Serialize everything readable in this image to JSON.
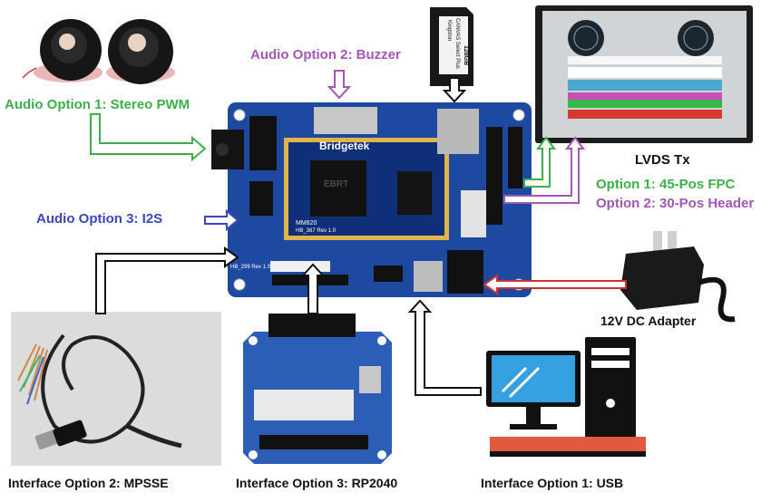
{
  "labels": {
    "audio_opt1": "Audio Option 1: Stereo PWM",
    "audio_opt2": "Audio Option 2: Buzzer",
    "audio_opt3": "Audio Option 3: I2S",
    "lvds_title": "LVDS Tx",
    "lvds_opt1": "Option 1: 45-Pos FPC",
    "lvds_opt2": "Option 2: 30-Pos Header",
    "dc_adapter": "12V DC Adapter",
    "iface_opt1": "Interface Option 1: USB",
    "iface_opt2": "Interface Option 2: MPSSE",
    "iface_opt3": "Interface Option 3: RP2040"
  },
  "board": {
    "brand": "Bridgetek",
    "module": "MM820",
    "chip": "EBRT",
    "module_rev": "HB_367 Rev 1.0",
    "board_rev": "HB_299 Rev 1.0"
  },
  "sdcard": {
    "brand": "Kingston",
    "line": "CANVAS Select Plus",
    "size": "128GB"
  },
  "colors": {
    "green": "#3cb04a",
    "purple": "#a258b4",
    "blue": "#3c46c0",
    "red": "#d03030",
    "black": "#111111",
    "pcb": "#1d4aa0"
  }
}
